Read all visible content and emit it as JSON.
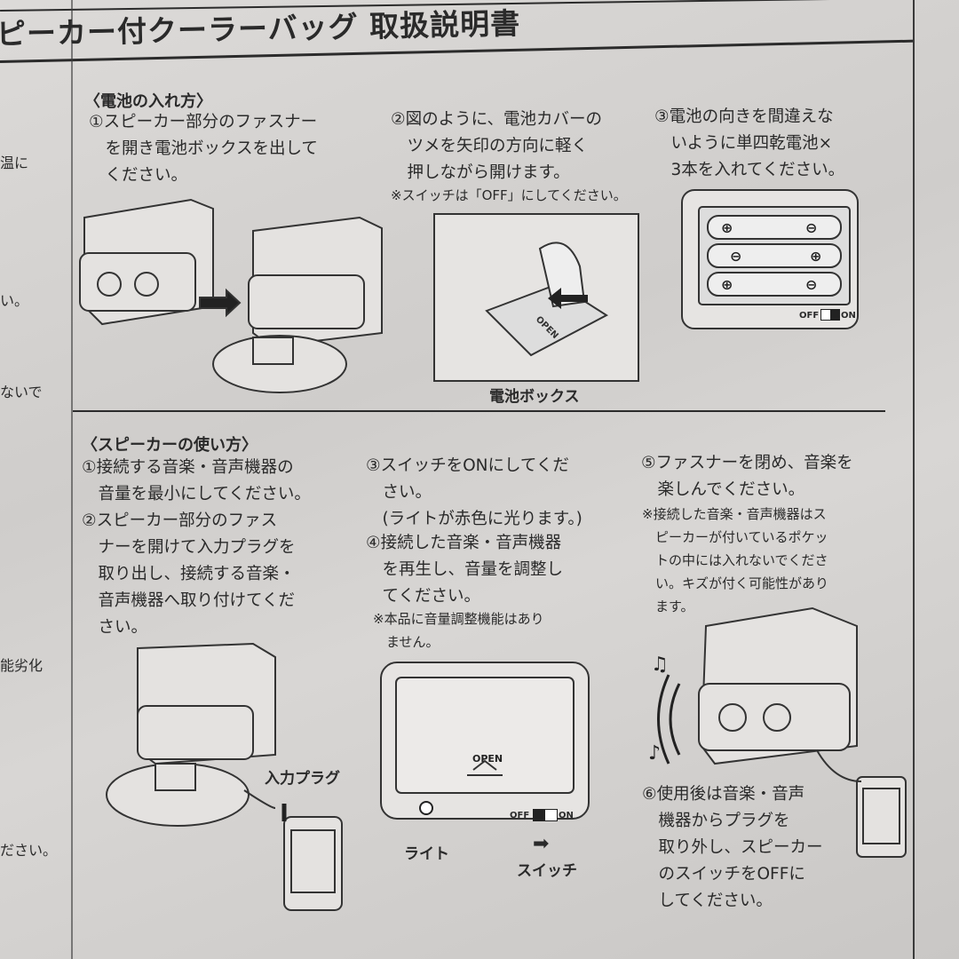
{
  "document": {
    "title": "ピーカー付クーラーバッグ 取扱説明書",
    "left_margin_fragments": [
      "温に",
      "い。",
      "ないで",
      "能劣化",
      "ださい。"
    ],
    "battery_section": {
      "heading": "〈電池の入れ方〉",
      "steps": [
        {
          "text": "①スピーカー部分のファスナー\n　を開き電池ボックスを出して\n　ください。"
        },
        {
          "text": "②図のように、電池カバーの\n　ツメを矢印の方向に軽く\n　押しながら開けます。",
          "note": "※スイッチは「OFF」にしてください。"
        },
        {
          "text": "③電池の向きを間違えな\n　いように単四乾電池×\n　3本を入れてください。"
        }
      ],
      "figure_labels": {
        "battery_box": "電池ボックス",
        "open": "OPEN",
        "off": "OFF",
        "on": "ON"
      }
    },
    "speaker_section": {
      "heading": "〈スピーカーの使い方〉",
      "steps": [
        {
          "text": "①接続する音楽・音声機器の\n　音量を最小にしてください。"
        },
        {
          "text": "②スピーカー部分のファス\n　ナーを開けて入力プラグを\n　取り出し、接続する音楽・\n　音声機器へ取り付けてくだ\n　さい。"
        },
        {
          "text": "③スイッチをONにしてくだ\n　さい。\n　(ライトが赤色に光ります。)"
        },
        {
          "text": "④接続した音楽・音声機器\n　を再生し、音量を調整し\n　てください。",
          "note": "※本品に音量調整機能はあり\n　ません。"
        },
        {
          "text": "⑤ファスナーを閉め、音楽を\n　楽しんでください。",
          "note": "※接続した音楽・音声機器はス\n　ピーカーが付いているポケッ\n　トの中には入れないでくださ\n　い。キズが付く可能性があり\n　ます。"
        },
        {
          "text": "⑥使用後は音楽・音声\n　機器からプラグを\n　取り外し、スピーカー\n　のスイッチをOFFに\n　してください。"
        }
      ],
      "figure_labels": {
        "input_plug": "入力プラグ",
        "light": "ライト",
        "switch": "スイッチ",
        "open": "OPEN",
        "off": "OFF",
        "on": "ON"
      }
    }
  }
}
